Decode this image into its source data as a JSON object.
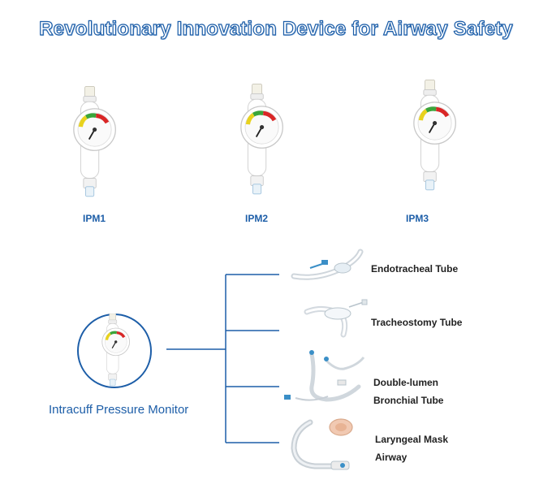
{
  "title": "Revolutionary Innovation Device for Airway Safety",
  "models": [
    {
      "label": "IPM1"
    },
    {
      "label": "IPM2"
    },
    {
      "label": "IPM3"
    }
  ],
  "monitor": {
    "label": "Intracuff Pressure Monitor"
  },
  "tubes": [
    {
      "label": "Endotracheal Tube"
    },
    {
      "label": "Tracheostomy Tube"
    },
    {
      "label_line1": "Double-lumen",
      "label_line2": "Bronchial Tube"
    },
    {
      "label_line1": "Laryngeal Mask",
      "label_line2": "Airway"
    }
  ],
  "colors": {
    "accent": "#1d5ea8",
    "gauge_green": "#3aa53a",
    "gauge_yellow": "#e8d21d",
    "gauge_red": "#d92626",
    "connector_line": "#1d5ea8"
  }
}
